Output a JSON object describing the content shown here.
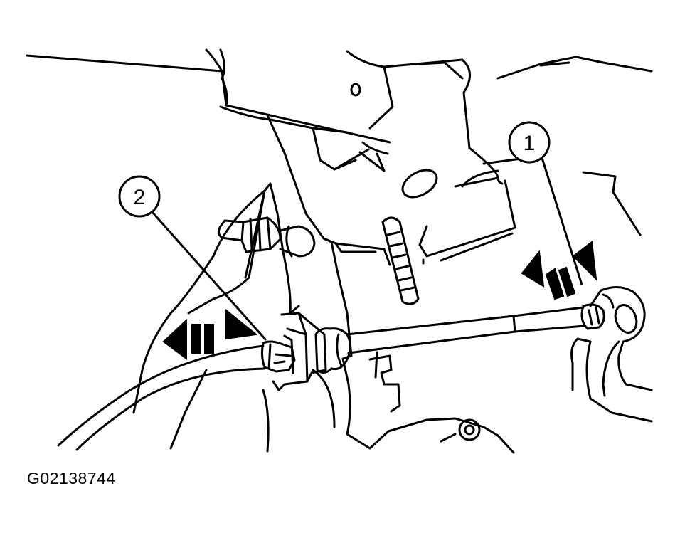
{
  "figure": {
    "figure_id": "G02138744",
    "callouts": [
      {
        "label": "1"
      },
      {
        "label": "2"
      }
    ],
    "colors": {
      "line": "#000000",
      "background": "#ffffff"
    },
    "icons": [
      "direction-arrow-icon",
      "direction-arrow-icon"
    ]
  }
}
